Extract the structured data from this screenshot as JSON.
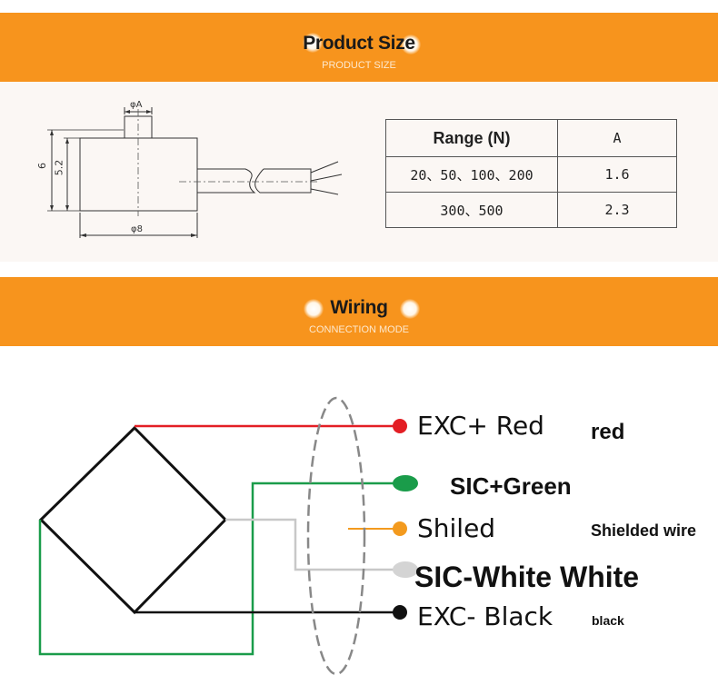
{
  "product_size": {
    "title": "Product Size",
    "subtitle": "PRODUCT SIZE",
    "drawing": {
      "dim_top": "φA",
      "dim_bottom": "φ8",
      "dim_height_outer": "6",
      "dim_height_inner": "5.2"
    },
    "table": {
      "headers": [
        "Range (N)",
        "A"
      ],
      "rows": [
        [
          "20、50、100、200",
          "1.6"
        ],
        [
          "300、500",
          "2.3"
        ]
      ]
    }
  },
  "wiring": {
    "title": "Wiring",
    "subtitle": "CONNECTION MODE",
    "wires": [
      {
        "label": "EXC+ Red",
        "note": "red",
        "color": "#e31e24"
      },
      {
        "label": "SIC+Green",
        "note": "",
        "color": "#1a9c4a"
      },
      {
        "label": "Shiled",
        "note": "Shielded wire",
        "color": "#f39a1e"
      },
      {
        "label": "SIC-White White",
        "note": "",
        "color": "#c8c8c8"
      },
      {
        "label": "EXC- Black",
        "note": "black",
        "color": "#111111"
      }
    ]
  },
  "colors": {
    "banner": "#f7941d",
    "band": "#fbf7f4"
  }
}
